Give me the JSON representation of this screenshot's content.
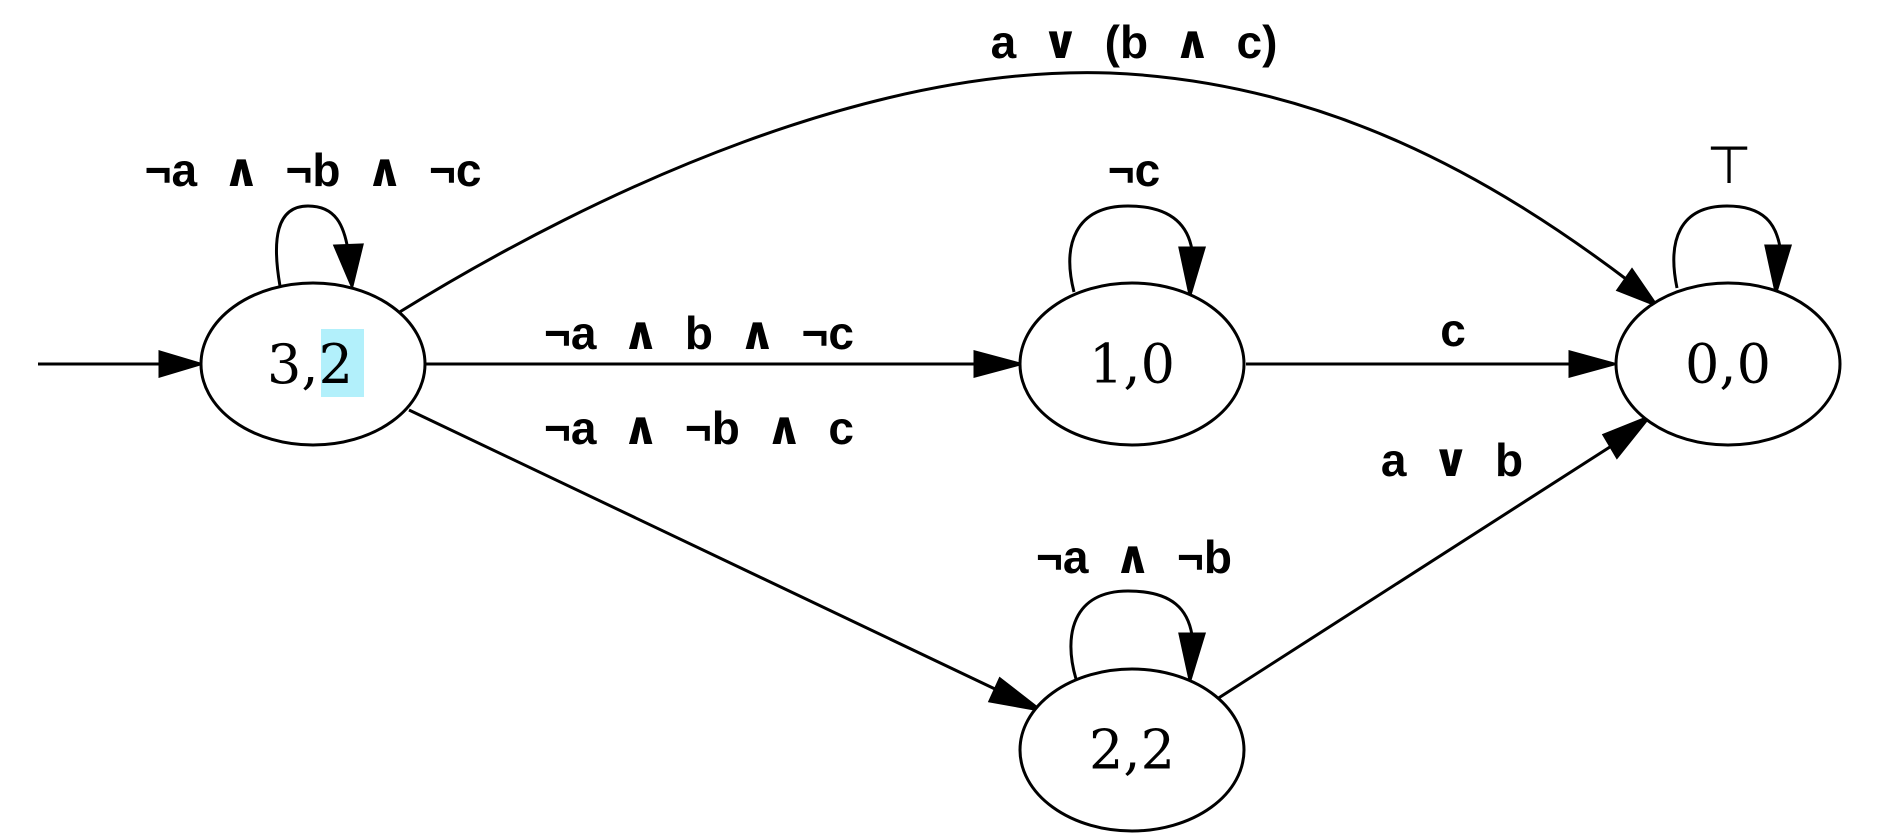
{
  "diagram": {
    "highlight_color": "#b2f0fb",
    "states": {
      "s32": {
        "prefix": "3,",
        "highlighted": "2"
      },
      "s10": {
        "label": "1,0"
      },
      "s00": {
        "label": "0,0"
      },
      "s22": {
        "label": "2,2"
      }
    },
    "edges": {
      "s32_loop": "¬a  ∧  ¬b  ∧  ¬c",
      "s32_to_s00": "a  ∨  (b  ∧  c)",
      "s32_to_s10": "¬a  ∧  b  ∧  ¬c",
      "s32_to_s22": "¬a  ∧  ¬b  ∧  c",
      "s10_loop": "¬c",
      "s10_to_s00": "c",
      "s00_loop": "⊤",
      "s22_loop": "¬a  ∧  ¬b",
      "s22_to_s00": "a  ∨  b"
    }
  }
}
